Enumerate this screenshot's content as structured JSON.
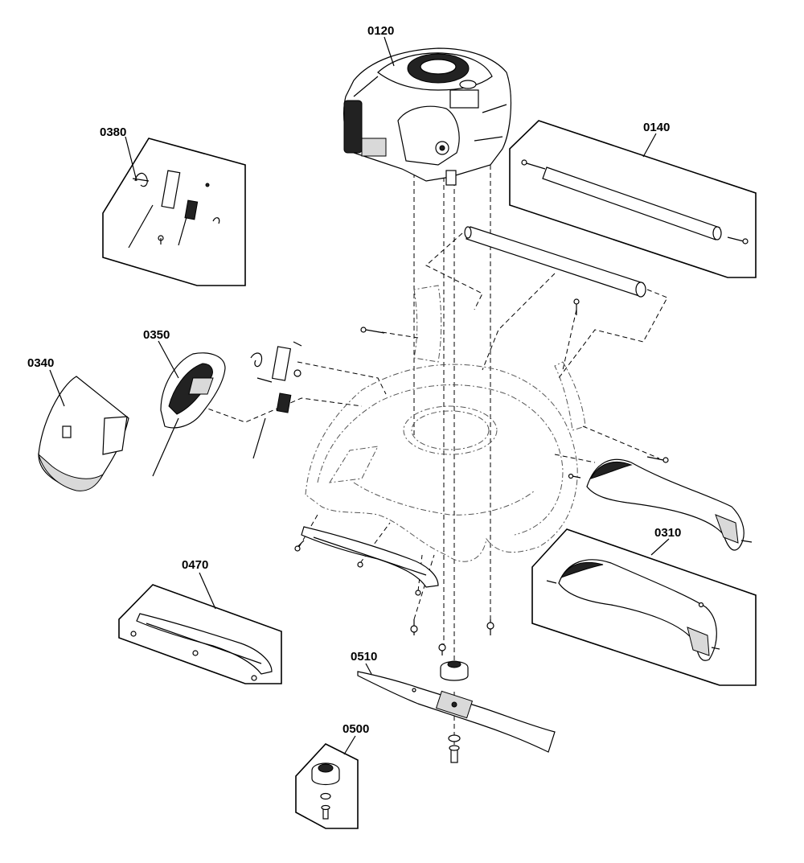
{
  "diagram": {
    "callouts": {
      "engine": "0120",
      "axle_kit": "0140",
      "cable_kit": "0380",
      "handle_cover": "0350",
      "rear_flap": "0340",
      "side_discharge": "0310",
      "front_bumper": "0470",
      "blade": "0510",
      "blade_adapter": "0500"
    }
  }
}
